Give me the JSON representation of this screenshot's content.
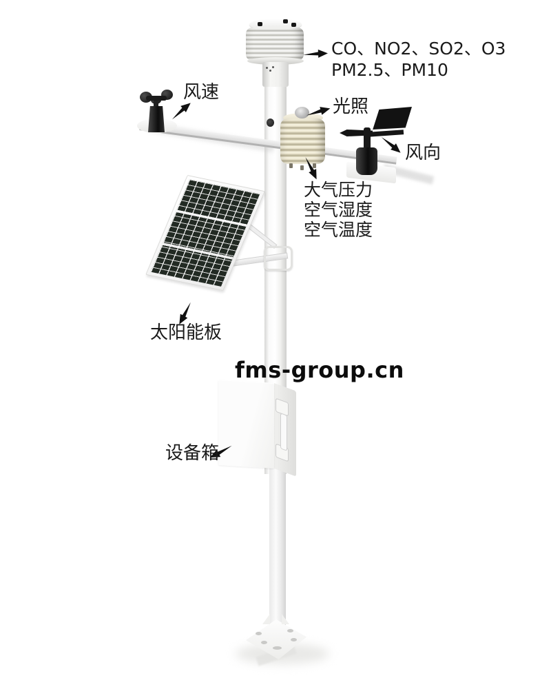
{
  "page": {
    "background": "#ffffff"
  },
  "watermark": {
    "text": "fms-group.cn"
  },
  "annotations": {
    "gas": {
      "line1": "CO、NO2、SO2、O3",
      "line2": "PM2.5、PM10"
    },
    "wind_speed": {
      "label": "风速"
    },
    "light": {
      "label": "光照"
    },
    "wind_direction": {
      "label": "风向"
    },
    "atmosphere": {
      "line1": "大气压力",
      "line2": "空气湿度",
      "line3": "空气温度"
    },
    "solar_panel": {
      "label": "太阳能板"
    },
    "equipment_box": {
      "label": "设备箱"
    }
  },
  "components": {
    "top_shield": "multi-plate-radiation-shield-gas-sensor",
    "anemometer": "three-cup-wind-speed-sensor",
    "light_dome": "illumination-sensor-dome",
    "mini_shield": "pressure-humidity-temperature-shield",
    "wind_vane": "wind-direction-vane",
    "solar_panel": "solar-panel",
    "equipment_box": "equipment-enclosure",
    "pole": "mounting-pole",
    "crossarm": "sensor-crossarm",
    "base": "bolted-base-flange"
  },
  "colors": {
    "label_text": "#1a1a1a",
    "arrow": "#111111",
    "panel_cell": "#222a23",
    "shield_cream": "#efe9d3",
    "sensor_black": "#141414",
    "structure_white": "#f7f7f7"
  }
}
